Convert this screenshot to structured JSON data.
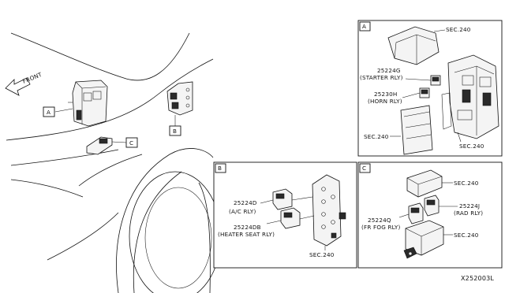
{
  "overview": {
    "front_label": "FRONT",
    "callouts": [
      "A",
      "B",
      "C"
    ]
  },
  "panel_a": {
    "tag": "A",
    "labels": {
      "sec_top": "SEC.240",
      "starter_part": "25224G",
      "starter_desc": "(STARTER RLY)",
      "horn_part": "25230H",
      "horn_desc": "(HORN RLY)",
      "sec_left": "SEC.240",
      "sec_right": "SEC.240"
    }
  },
  "panel_b": {
    "tag": "B",
    "labels": {
      "ac_part": "25224D",
      "ac_desc": "(A/C RLY)",
      "heater_part": "25224DB",
      "heater_desc": "(HEATER SEAT RLY)",
      "sec": "SEC.240"
    }
  },
  "panel_c": {
    "tag": "C",
    "labels": {
      "sec_top": "SEC.240",
      "rad_part": "25224J",
      "rad_desc": "(RAD RLY)",
      "fog_part": "25224Q",
      "fog_desc": "(FR FOG RLY)",
      "sec_bottom": "SEC.240"
    }
  },
  "diagram_code": "X252003L"
}
